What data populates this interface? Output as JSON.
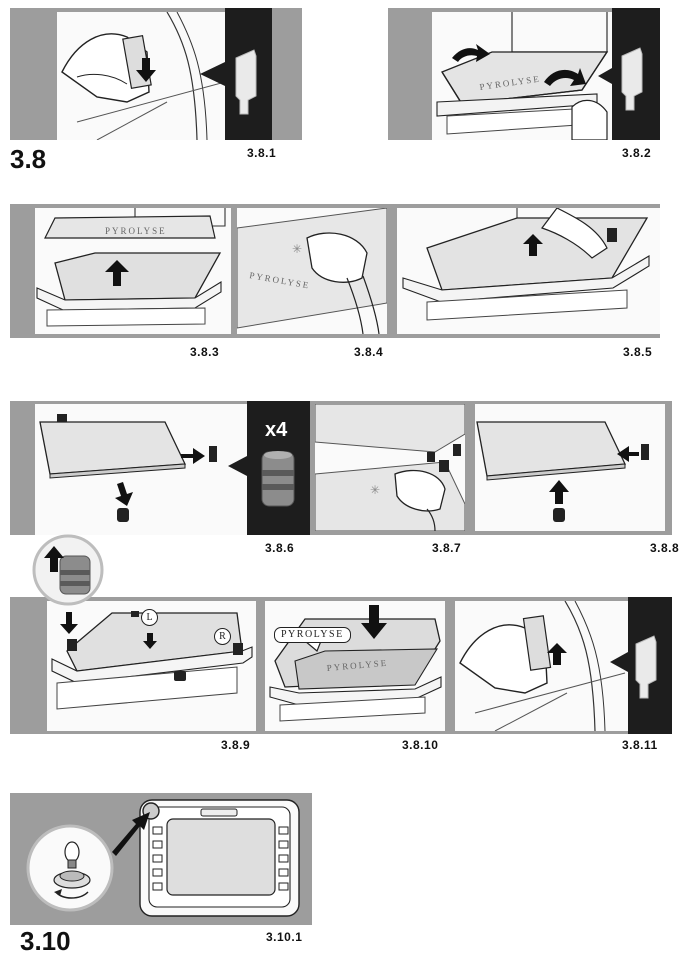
{
  "sections": {
    "s38": "3.8",
    "s310": "3.10"
  },
  "captions": {
    "c381": "3.8.1",
    "c382": "3.8.2",
    "c383": "3.8.3",
    "c384": "3.8.4",
    "c385": "3.8.5",
    "c386": "3.8.6",
    "c387": "3.8.7",
    "c388": "3.8.8",
    "c389": "3.8.9",
    "c3810": "3.8.10",
    "c3811": "3.8.11",
    "c3101": "3.10.1"
  },
  "labels": {
    "quantity": "x4",
    "left": "L",
    "right": "R",
    "pyrolyse": "PYROLYSE"
  },
  "colors": {
    "band": "#9d9d9d",
    "dark": "#1d1d1d",
    "panel": "#fafafa"
  },
  "icons": [
    "down-arrow-icon",
    "up-arrow-icon",
    "right-arrow-icon",
    "left-arrow-icon",
    "curved-arrow-icon",
    "bulb-icon",
    "rotate-arrow-icon"
  ]
}
